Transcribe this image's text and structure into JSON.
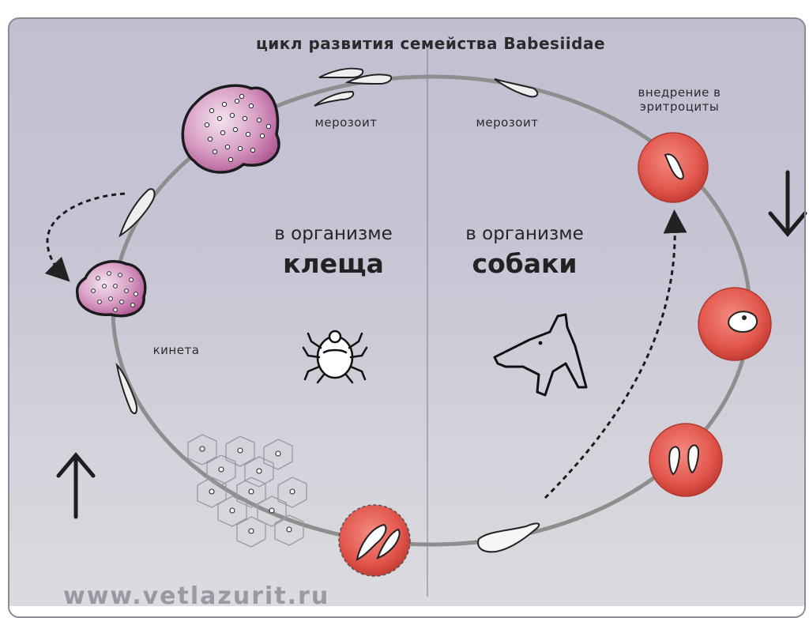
{
  "title": "цикл развития семейства Babesiidae",
  "labels": {
    "merozoite_left": "мерозоит",
    "merozoite_right": "мерозоит",
    "erythrocyte_entry_line1": "внедрение в",
    "erythrocyte_entry_line2": "эритроциты",
    "kineta": "кинета",
    "tick_line1": "в организме",
    "tick_line2": "клеща",
    "dog_line1": "в организме",
    "dog_line2": "собаки"
  },
  "watermark": "www.vetlazurit.ru",
  "colors": {
    "background": "#c4c1d2",
    "cycle_line": "#8e8e8e",
    "erythrocyte": "#e2574d",
    "tick_cell": "#c77fae"
  }
}
